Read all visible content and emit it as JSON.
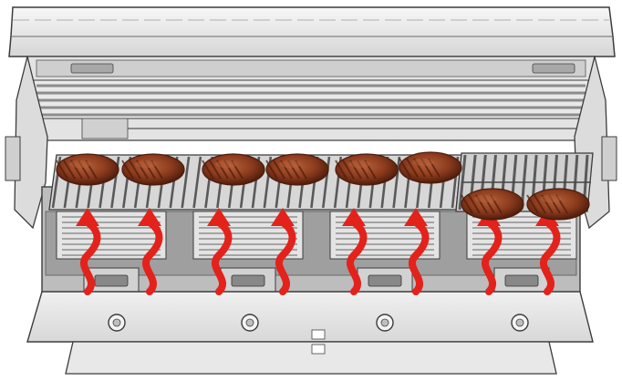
{
  "diagram": {
    "subject": "grill-cutaway",
    "colors": {
      "steel_light": "#eeeeee",
      "steel_mid": "#c9c9c9",
      "steel_dark": "#555555",
      "outline": "#3c3c3c",
      "heat_arrow": "#e3221b",
      "steak_main": "#8a3a1c",
      "steak_edge": "#4d1c0c",
      "steak_highlight": "#b7603a"
    },
    "burners": 4,
    "steaks_on_main_grate": 6,
    "steaks_on_side_grate": 2,
    "heat_arrows": 8
  }
}
